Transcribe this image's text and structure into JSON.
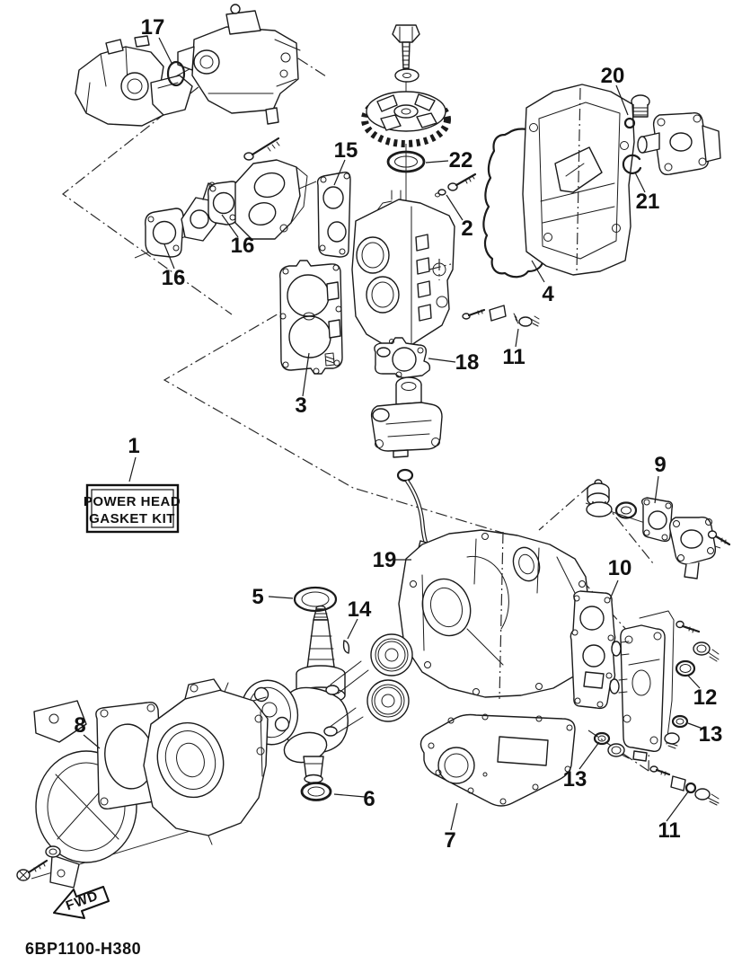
{
  "diagram": {
    "background": "#ffffff",
    "ink": "#1b1b1b",
    "code": "6BP1100-H380",
    "kit_label": {
      "line1": "POWER HEAD",
      "line2": "GASKET KIT"
    },
    "direction_arrow": "FWD",
    "callouts": [
      {
        "n": "17"
      },
      {
        "n": "15"
      },
      {
        "n": "22"
      },
      {
        "n": "20"
      },
      {
        "n": "21"
      },
      {
        "n": "2"
      },
      {
        "n": "16"
      },
      {
        "n": "16"
      },
      {
        "n": "4"
      },
      {
        "n": "11"
      },
      {
        "n": "18"
      },
      {
        "n": "3"
      },
      {
        "n": "1"
      },
      {
        "n": "9"
      },
      {
        "n": "19"
      },
      {
        "n": "10"
      },
      {
        "n": "5"
      },
      {
        "n": "14"
      },
      {
        "n": "12"
      },
      {
        "n": "8"
      },
      {
        "n": "13"
      },
      {
        "n": "13"
      },
      {
        "n": "6"
      },
      {
        "n": "7"
      },
      {
        "n": "11"
      }
    ]
  }
}
